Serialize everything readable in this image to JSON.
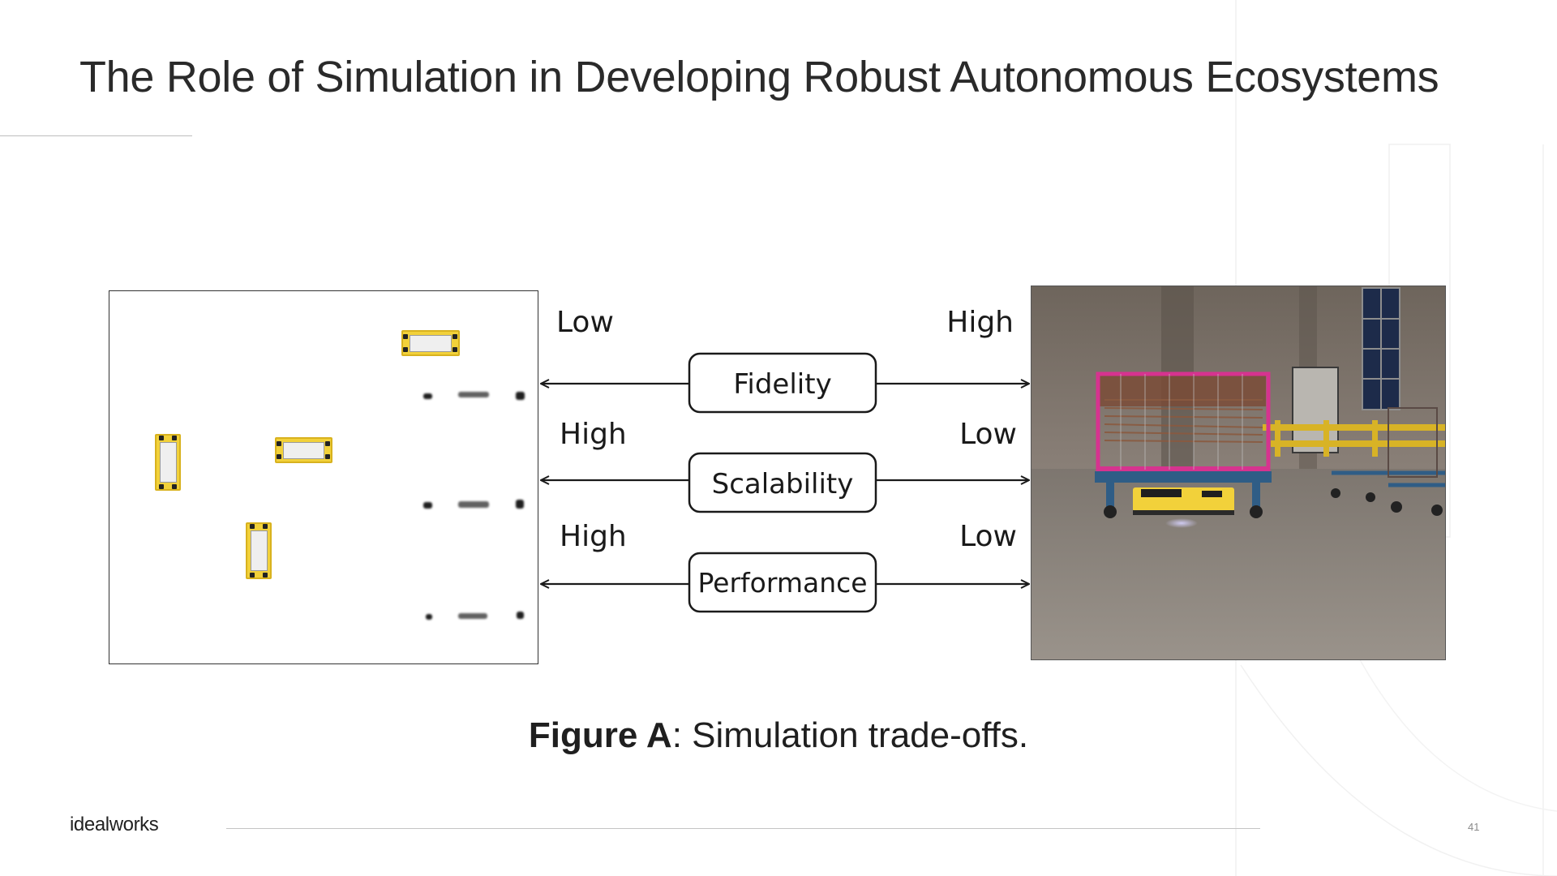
{
  "slide": {
    "title": "The Role of Simulation in Developing Robust Autonomous Ecosystems",
    "logo": "idealworks",
    "page_number": "41"
  },
  "figure": {
    "rows": [
      {
        "label": "Fidelity",
        "left": "Low",
        "right": "High"
      },
      {
        "label": "Scalability",
        "left": "High",
        "right": "Low"
      },
      {
        "label": "Performance",
        "left": "High",
        "right": "Low"
      }
    ],
    "caption_bold": "Figure A",
    "caption_text": ": Simulation trade-offs."
  },
  "colors": {
    "robot_yellow": "#f2d13a",
    "cage_magenta": "#d6338f",
    "cart_blue": "#2f5d86",
    "text": "#2a2a2a"
  }
}
